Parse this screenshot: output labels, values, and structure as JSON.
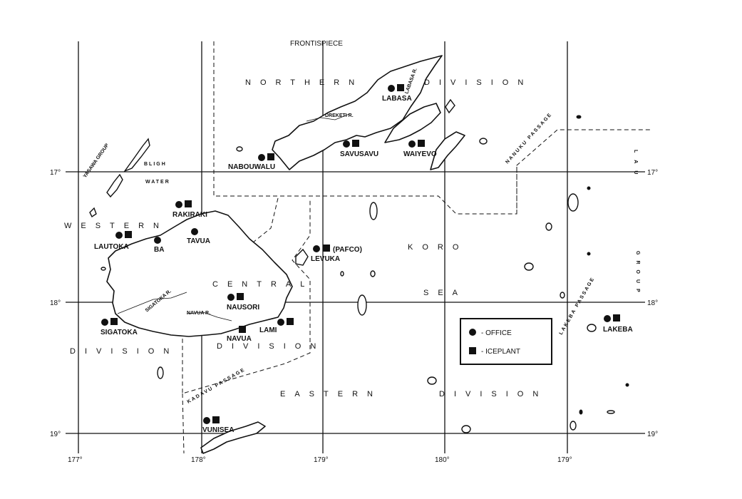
{
  "title": "FRONTISPIECE",
  "divisions": {
    "northern_1": "NORTHERN",
    "northern_2": "DIVISION",
    "western_1": "WESTERN",
    "western_2": "DIVISION",
    "central_1": "CENTRAL",
    "central_2": "DIVISION",
    "eastern_1": "EASTERN",
    "eastern_2": "DIVISION",
    "koro": "KORO",
    "sea": "SEA"
  },
  "features": {
    "yasawa": "YASAWA GROUP",
    "bligh": "BLIGH",
    "water": "WATER",
    "nanuku": "NANUKU PASSAGE",
    "lakeba_passage": "LAKEBA PASSAGE",
    "kadavu_passage": "KADAVU PASSAGE",
    "lau_1": "LAU",
    "lau_2": "GROUP",
    "sigatoka_r": "SIGATOKA R.",
    "navua_r": "NAVUA R.",
    "dreketi_r": "DREKETI R.",
    "labasa_r": "LABASA R."
  },
  "places": {
    "labasa": "LABASA",
    "savusavu": "SAVUSAVU",
    "waiyevo": "WAIYEVO",
    "nabouwalu": "NABOUWALU",
    "rakiraki": "RAKIRAKI",
    "tavua": "TAVUA",
    "lautoka": "LAUTOKA",
    "ba": "BA",
    "levuka": "LEVUKA",
    "pafco": "(PAFCO)",
    "nausori": "NAUSORI",
    "lami": "LAMI",
    "navua": "NAVUA",
    "sigatoka": "SIGATOKA",
    "lakeba": "LAKEBA",
    "vunisea": "VUNISEA"
  },
  "legend": {
    "office": "- OFFICE",
    "iceplant": "- ICEPLANT"
  },
  "grid": {
    "lon_labels": [
      "177°",
      "178°",
      "179°",
      "180°",
      "179°"
    ],
    "lat_left": [
      "17°",
      "18°",
      "19°"
    ],
    "lat_right": [
      "17°",
      "18°",
      "19°"
    ]
  }
}
